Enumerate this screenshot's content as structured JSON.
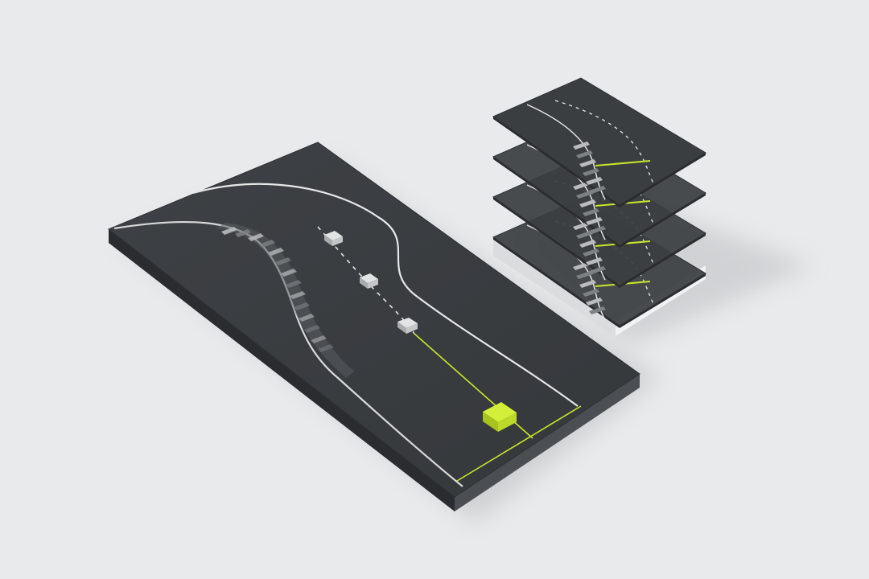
{
  "scene": {
    "kind": "isometric-road-slab-and-stacked-layers",
    "colors": {
      "background": "#e9eaeb",
      "asphalt": "#3b3e41",
      "asphalt_edge": "#2b2d30",
      "asphalt_side_light": "#4a4d51",
      "line_white": "#e6e7e7",
      "accent": "#c8e62c",
      "accent_dark": "#9fb81d",
      "marker_top": "#dcdddd",
      "marker_side": "#a9abad",
      "stack_base": "#f4f4f5",
      "stack_base_side": "#c9cbcd"
    },
    "main_slab": {
      "markers": 3,
      "active_marker": 1
    },
    "layer_stack": {
      "layers": 4,
      "highlighted_crossline": true
    }
  }
}
